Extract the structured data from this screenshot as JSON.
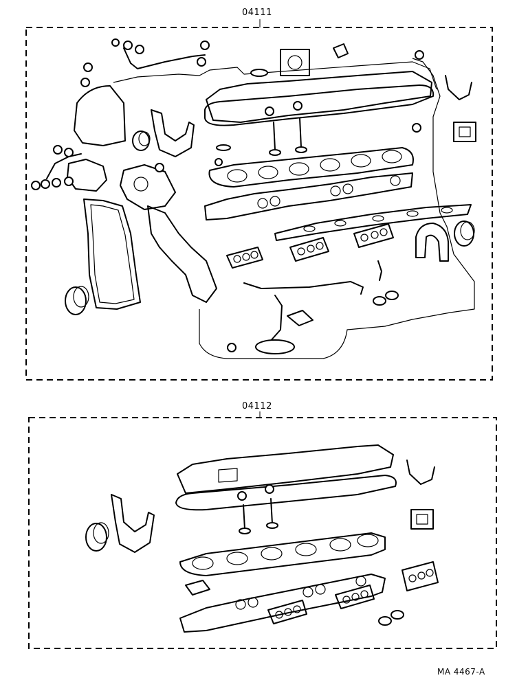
{
  "groups": [
    {
      "part_number": "04111"
    },
    {
      "part_number": "04112"
    }
  ],
  "drawing_code": "MA 4467-A"
}
